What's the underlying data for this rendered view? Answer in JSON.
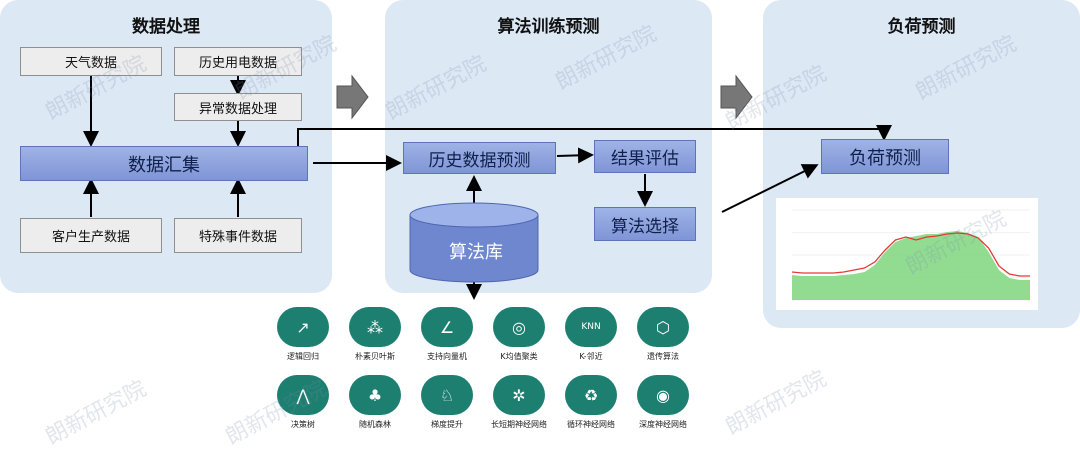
{
  "panels": {
    "data_processing": "数据处理",
    "algorithm_training": "算法训练预测",
    "load_forecast": "负荷预测"
  },
  "boxes": {
    "weather": "天气数据",
    "history_power": "历史用电数据",
    "anomaly": "异常数据处理",
    "aggregation": "数据汇集",
    "customer_production": "客户生产数据",
    "special_events": "特殊事件数据",
    "history_forecast": "历史数据预测",
    "result_eval": "结果评估",
    "algo_select": "算法选择",
    "algo_library": "算法库",
    "load_forecast": "负荷预测"
  },
  "algorithms": [
    {
      "label": "逻辑回归",
      "icon": "line-chart-icon"
    },
    {
      "label": "朴素贝叶斯",
      "icon": "network-icon"
    },
    {
      "label": "支持向量机",
      "icon": "svm-icon"
    },
    {
      "label": "K均值聚类",
      "icon": "cluster-icon"
    },
    {
      "label": "K-邻近",
      "icon": "knn-icon"
    },
    {
      "label": "遗传算法",
      "icon": "genetic-icon"
    },
    {
      "label": "决策树",
      "icon": "tree-icon"
    },
    {
      "label": "随机森林",
      "icon": "forest-icon"
    },
    {
      "label": "梯度提升",
      "icon": "boost-icon"
    },
    {
      "label": "长短期神经网络",
      "icon": "lstm-icon"
    },
    {
      "label": "循环神经网络",
      "icon": "recycle-icon"
    },
    {
      "label": "深度神经网络",
      "icon": "dnn-icon"
    }
  ],
  "watermark": "朗新研究院",
  "colors": {
    "panel_bg": "#dde8f5",
    "blue_box": "#8fa4df",
    "gray_box": "#ededed",
    "algo_circle": "#1d7f70",
    "forecast_line": "#e53935",
    "actual_area": "#7fd67f"
  },
  "chart_data": {
    "type": "area",
    "x": [
      0,
      1,
      2,
      3,
      4,
      5,
      6,
      7,
      8,
      9,
      10,
      11,
      12,
      13,
      14,
      15,
      16,
      17,
      18,
      19,
      20,
      21,
      22,
      23
    ],
    "series": [
      {
        "values": [
          0.25,
          0.24,
          0.24,
          0.24,
          0.24,
          0.25,
          0.26,
          0.28,
          0.35,
          0.48,
          0.58,
          0.62,
          0.64,
          0.66,
          0.66,
          0.68,
          0.69,
          0.67,
          0.63,
          0.48,
          0.3,
          0.22,
          0.2,
          0.2
        ]
      },
      {
        "values": [
          0.28,
          0.27,
          0.27,
          0.27,
          0.27,
          0.28,
          0.3,
          0.32,
          0.38,
          0.5,
          0.6,
          0.63,
          0.6,
          0.63,
          0.64,
          0.66,
          0.67,
          0.66,
          0.62,
          0.52,
          0.34,
          0.26,
          0.24,
          0.24
        ]
      }
    ],
    "ylim": [
      0,
      0.9
    ]
  }
}
